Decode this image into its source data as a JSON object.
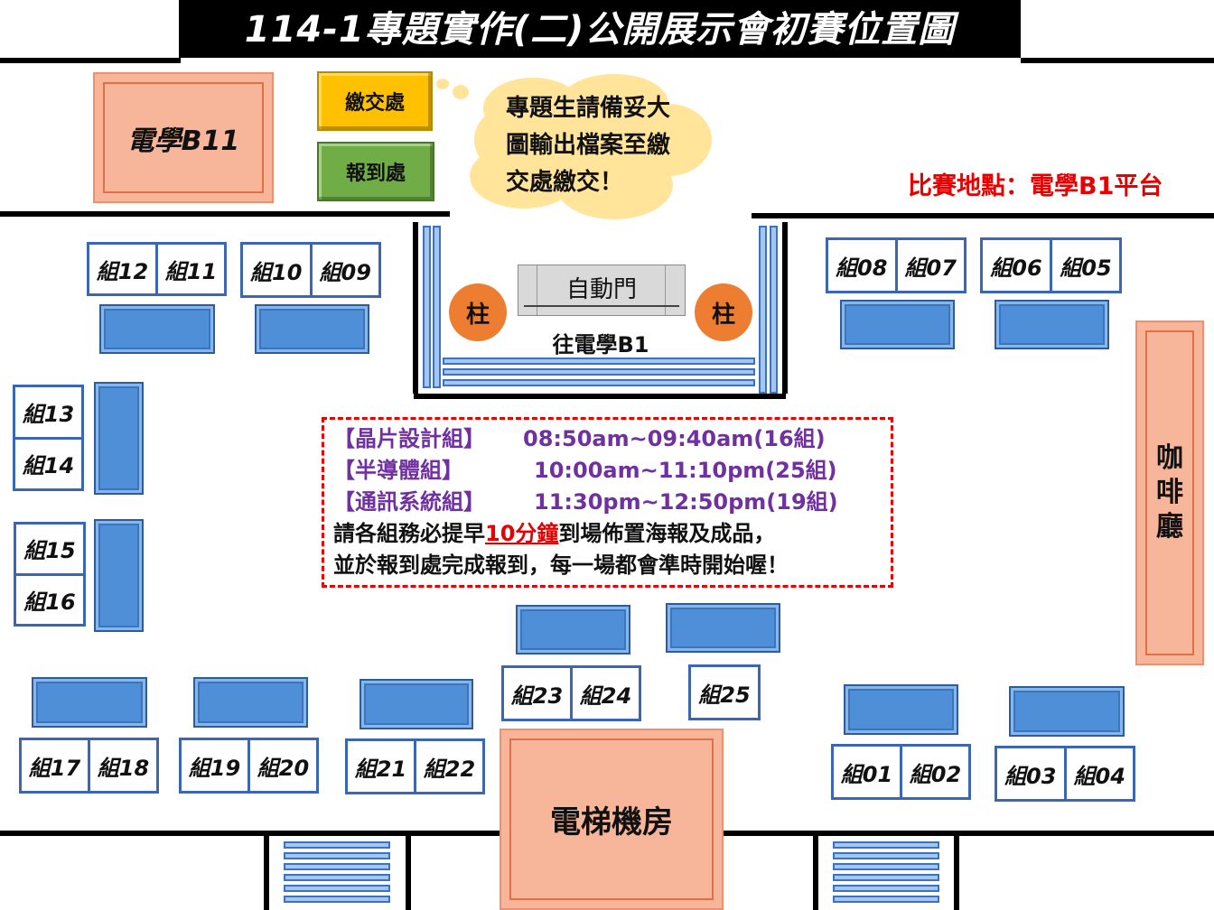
{
  "title": "114-1專題實作(二)公開展示會初賽位置圖",
  "rooms": {
    "ee_b11": "電學B11",
    "elevator_room": "電梯機房",
    "cafe": [
      "咖",
      "啡",
      "廳"
    ]
  },
  "submission_desk": "繳交處",
  "checkin_desk": "報到處",
  "cloud_note": [
    "專題生請備妥大",
    "圖輸出檔案至繳",
    "交處繳交！"
  ],
  "venue": "比賽地點：電學B1平台",
  "auto_door": "自動門",
  "pillar_label": "柱",
  "to_b1": "往電學B1",
  "groups": {
    "g12": "組12",
    "g11": "組11",
    "g10": "組10",
    "g09": "組09",
    "g08": "組08",
    "g07": "組07",
    "g06": "組06",
    "g05": "組05",
    "g13": "組13",
    "g14": "組14",
    "g15": "組15",
    "g16": "組16",
    "g17": "組17",
    "g18": "組18",
    "g19": "組19",
    "g20": "組20",
    "g21": "組21",
    "g22": "組22",
    "g23": "組23",
    "g24": "組24",
    "g25": "組25",
    "g01": "組01",
    "g02": "組02",
    "g03": "組03",
    "g04": "組04"
  },
  "schedule": {
    "rows": [
      {
        "group": "【晶片設計組】",
        "time": "08:50am~09:40am(16組)"
      },
      {
        "group": "【半導體組】",
        "time": "10:00am~11:10pm(25組)"
      },
      {
        "group": "【通訊系統組】",
        "time": "11:30pm~12:50pm(19組)"
      }
    ],
    "note1_before": "請各組務必提早",
    "note1_highlight": "10分鐘",
    "note1_after": "到場佈置海報及成品，",
    "note2": "並於報到處完成報到，每一場都會準時開始喔！"
  },
  "colors": {
    "table_blue": "#4f8fd8",
    "room_salmon": "#f7b59a",
    "submission_yellow": "#ffc000",
    "checkin_green": "#70ad47",
    "pillar_orange": "#ed7d31",
    "alert_red": "#e60000",
    "schedule_purple": "#7030a0"
  }
}
